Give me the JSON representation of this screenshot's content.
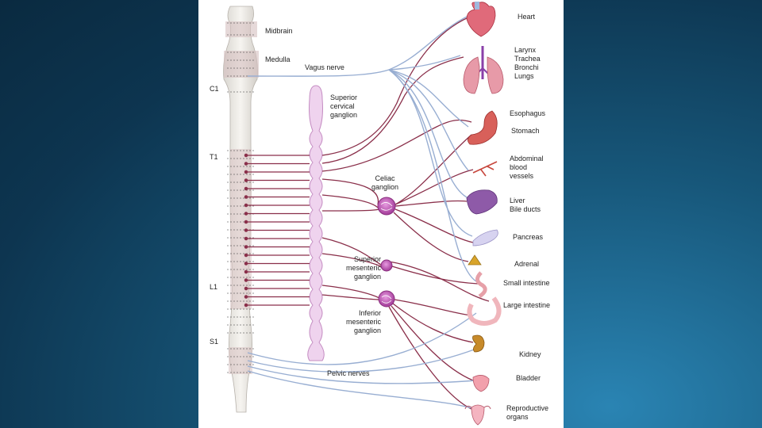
{
  "labels": {
    "midbrain": "Midbrain",
    "medulla": "Medulla",
    "vagus_nerve": "Vagus nerve",
    "superior_cervical_ganglion": "Superior\ncervical\nganglion",
    "celiac_ganglion": "Celiac\nganglion",
    "superior_mesenteric_ganglion": "Superior\nmesenteric\nganglion",
    "inferior_mesenteric_ganglion": "Inferior\nmesenteric\nganglion",
    "pelvic_nerves": "Pelvic nerves"
  },
  "segments": {
    "c1": "C1",
    "t1": "T1",
    "l1": "L1",
    "s1": "S1"
  },
  "organs": [
    "Heart",
    "Larynx\nTrachea\nBronchi\nLungs",
    "Esophagus",
    "Stomach",
    "Abdominal\nblood\nvessels",
    "Liver\nBile ducts",
    "Pancreas",
    "Adrenal",
    "Small intestine",
    "Large intestine",
    "Kidney",
    "Bladder",
    "Reproductive\norgans"
  ],
  "colors": {
    "sympathetic_nerve": "#8a2f4a",
    "parasympathetic_nerve": "#98aed2",
    "ganglion": "#c060b8",
    "chain": "#e8c9e8",
    "spinal_cord": "#ece9e4",
    "slide_background": "#0f3a58"
  }
}
